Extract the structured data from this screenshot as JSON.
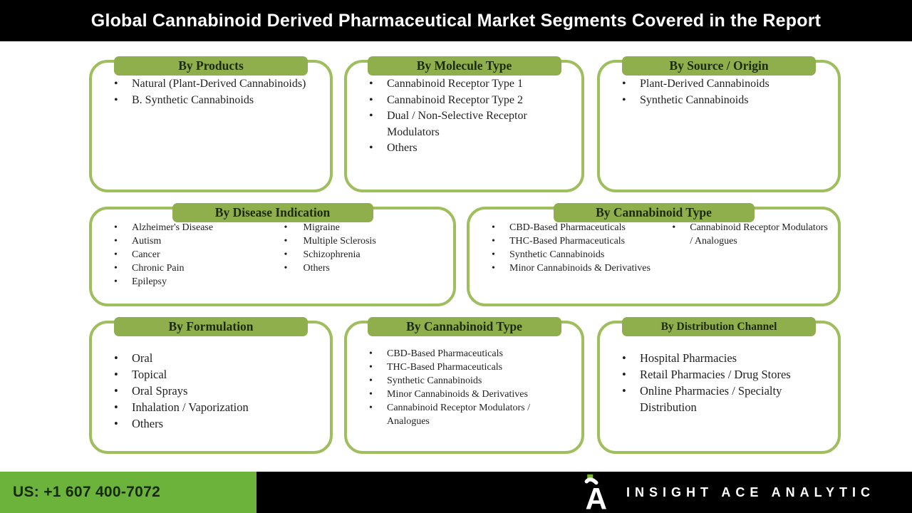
{
  "title": "Global Cannabinoid Derived Pharmaceutical Market Segments Covered in the Report",
  "colors": {
    "tab_green": "#8faf4d",
    "border_green": "#9fbe5e",
    "footer_green": "#6cb33c",
    "logo_green": "#76b82a",
    "title_bar": "#000000",
    "header_text": "#1c2a10",
    "body_text": "#1f1f1f"
  },
  "boxes": [
    {
      "header": "By Products",
      "columns": [
        [
          "Natural (Plant-Derived Cannabinoids)",
          " B. Synthetic Cannabinoids"
        ]
      ]
    },
    {
      "header": "By Molecule Type",
      "columns": [
        [
          "Cannabinoid Receptor Type 1",
          "Cannabinoid Receptor Type 2",
          "Dual / Non-Selective Receptor Modulators",
          "Others"
        ]
      ]
    },
    {
      "header": "By Source / Origin",
      "columns": [
        [
          "Plant-Derived Cannabinoids",
          "Synthetic Cannabinoids"
        ]
      ]
    },
    {
      "header": "By Disease Indication",
      "columns": [
        [
          "Alzheimer's Disease",
          "Autism",
          "Cancer",
          "Chronic Pain",
          "Epilepsy"
        ],
        [
          "Migraine",
          "Multiple Sclerosis",
          "Schizophrenia",
          "Others"
        ]
      ]
    },
    {
      "header": "By Cannabinoid Type",
      "columns": [
        [
          "CBD-Based Pharmaceuticals",
          "THC-Based Pharmaceuticals",
          "Synthetic Cannabinoids",
          "Minor Cannabinoids & Derivatives"
        ],
        [
          "Cannabinoid Receptor Modulators / Analogues"
        ]
      ]
    },
    {
      "header": "By Formulation",
      "columns": [
        [
          "Oral",
          "Topical",
          "Oral Sprays",
          "Inhalation / Vaporization",
          "Others"
        ]
      ]
    },
    {
      "header": "By Cannabinoid Type",
      "columns": [
        [
          "CBD-Based Pharmaceuticals",
          "THC-Based Pharmaceuticals",
          "Synthetic Cannabinoids",
          "Minor Cannabinoids & Derivatives",
          "Cannabinoid Receptor Modulators / Analogues"
        ]
      ]
    },
    {
      "header": "By Distribution Channel",
      "columns": [
        [
          "Hospital Pharmacies",
          "Retail Pharmacies / Drug Stores",
          "Online Pharmacies / Specialty Distribution"
        ]
      ]
    }
  ],
  "footer": {
    "phone": "US: +1 607 400-7072",
    "brand": "INSIGHT ACE ANALYTIC",
    "logo_letter": "A"
  },
  "icons": {
    "bullet": "•"
  }
}
